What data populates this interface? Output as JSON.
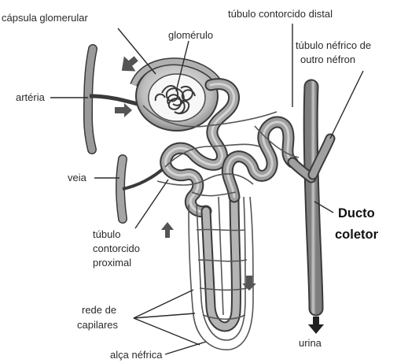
{
  "labels": {
    "capsula": "cápsula glomerular",
    "glomerulo": "glomérulo",
    "tubulo_distal": "túbulo contorcido distal",
    "tubulo_outro_1": "túbulo néfrico de",
    "tubulo_outro_2": "outro néfron",
    "arteria": "artéria",
    "veia": "veia",
    "ducto_1": "Ducto",
    "ducto_2": "coletor",
    "proximal_1": "túbulo",
    "proximal_2": "contorcido",
    "proximal_3": "proximal",
    "rede_1": "rede de",
    "rede_2": "capilares",
    "alca": "alça néfrica",
    "urina": "urina"
  },
  "colors": {
    "tubule_fill": "#9a9a9a",
    "tubule_highlight": "#c9c9c9",
    "outline": "#3a3a3a",
    "capillary": "#555555",
    "arrow": "#555555",
    "urine_arrow": "#222222",
    "text": "#2a2a2a"
  }
}
